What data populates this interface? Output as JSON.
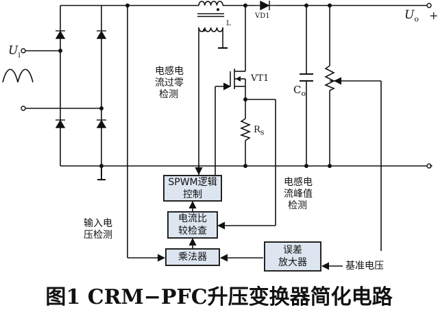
{
  "labels": {
    "input_voltage": "U",
    "input_voltage_sub": "i",
    "output_voltage": "U",
    "output_voltage_sub": "o",
    "inductor": "L",
    "diode": "VD1",
    "switch": "VT1",
    "capacitor": "C",
    "capacitor_sub": "o",
    "resistor": "R",
    "resistor_sub": "s",
    "plus": "+",
    "minus": "-",
    "zero_cross_line1": "电感电",
    "zero_cross_line2": "流过零",
    "zero_cross_line3": "检测",
    "peak_line1": "电感电",
    "peak_line2": "流峰值",
    "peak_line3": "检测",
    "input_detect_line1": "输入电",
    "input_detect_line2": "压检测",
    "reference_voltage": "基准电压"
  },
  "blocks": {
    "spwm_line1": "SPWM逻辑",
    "spwm_line2": "控制",
    "comparator_line1": "电流比",
    "comparator_line2": "较检查",
    "multiplier": "乘法器",
    "error_amp_line1": "误差",
    "error_amp_line2": "放大器"
  },
  "caption": "图1   CRM−PFC升压变换器简化电路"
}
